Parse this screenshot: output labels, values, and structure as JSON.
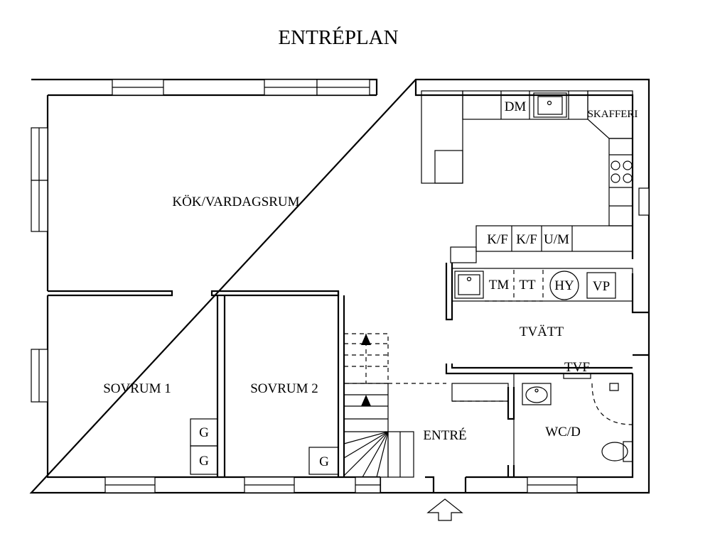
{
  "title": "ENTRÉPLAN",
  "rooms": {
    "kitchen_living": "KÖK/VARDAGSRUM",
    "bedroom1": "SOVRUM 1",
    "bedroom2": "SOVRUM 2",
    "laundry": "TVÄTT",
    "entrance": "ENTRÉ",
    "wc": "WC/D",
    "pantry": "SKAFFERI"
  },
  "fixtures": {
    "dishwasher": "DM",
    "fridge_freezer_1": "K/F",
    "fridge_freezer_2": "K/F",
    "oven_micro": "U/M",
    "washing_machine": "TM",
    "dryer": "TT",
    "heater": "HY",
    "water_heater": "VP",
    "drying_cabinet": "TVF",
    "wardrobe": "G"
  },
  "icons": {
    "entrance": "entrance-arrow-icon",
    "stairs_up": "stairs-up-arrow-icon"
  }
}
